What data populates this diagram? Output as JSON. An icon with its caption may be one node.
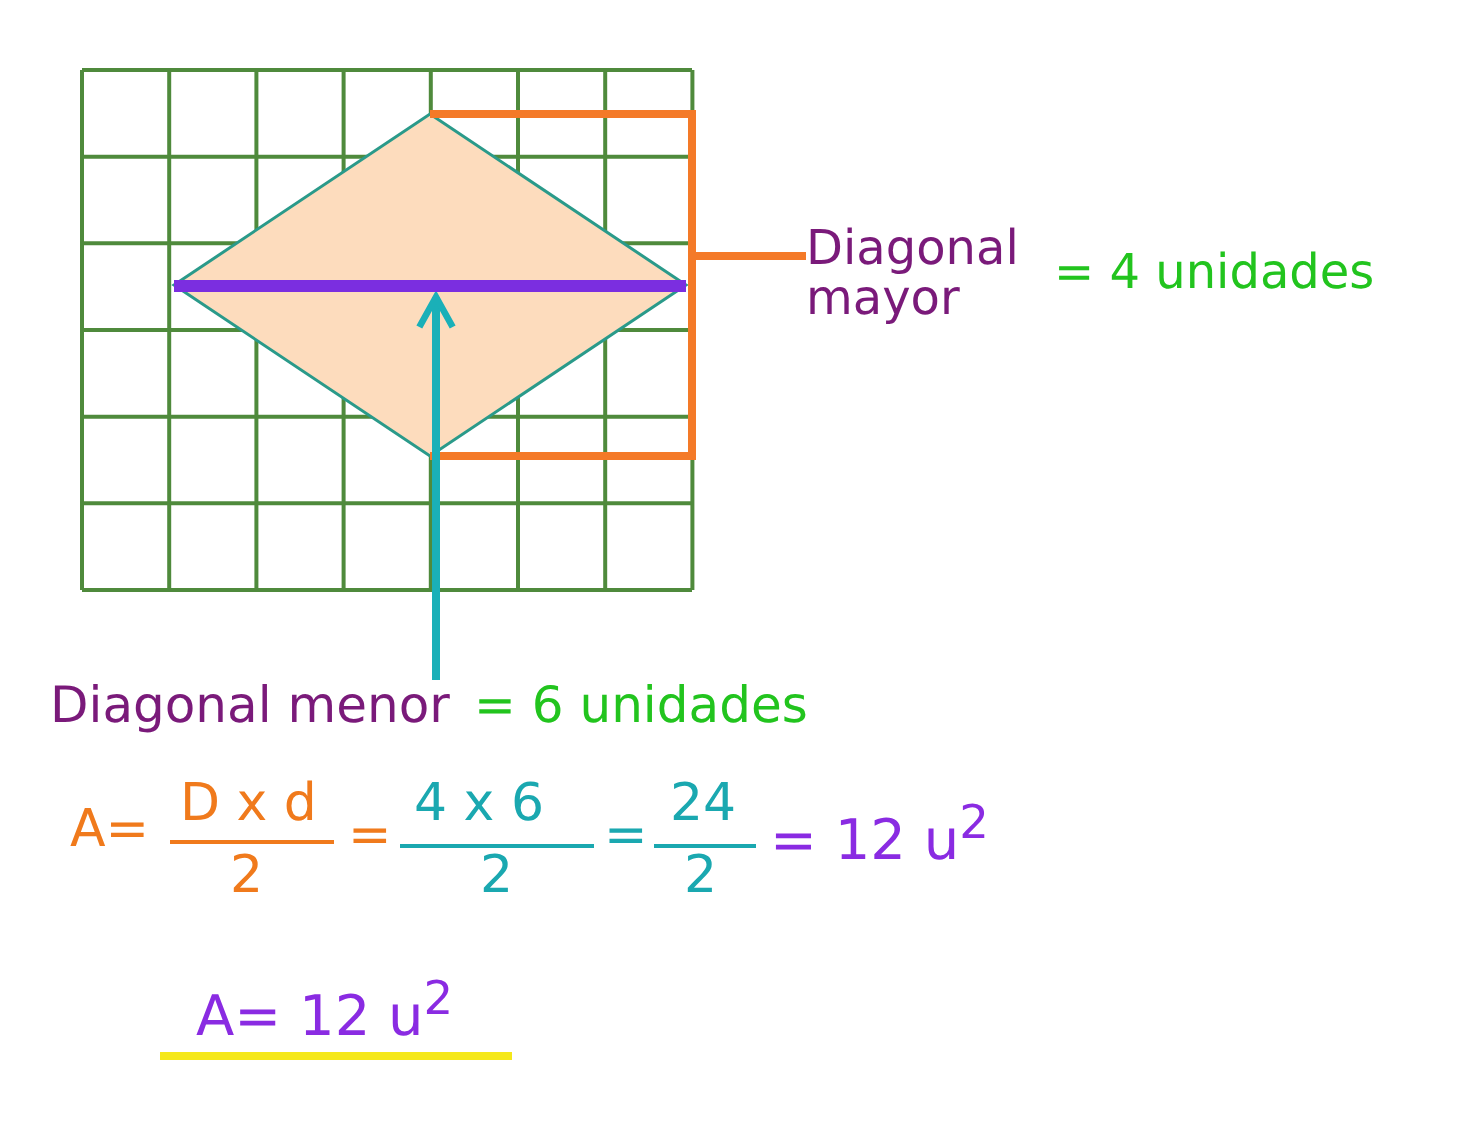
{
  "diagram": {
    "nodes": [
      {
        "text": [
          "Diagonal mayor"
        ],
        "beside": [
          "= 4 unidades"
        ]
      },
      {
        "text": [],
        "shape": "diamond"
      },
      {
        "text": [
          "Diagonal menor"
        ],
        "beside": [
          "= 6 unidades"
        ]
      },
      {
        "text": [],
        "shape": "bar",
        "in": 1
      }
    ],
    "edges": [
      {
        "from": 0,
        "to": 1,
        "arrow": "none",
        "color": "#f47a28"
      },
      {
        "from": 2,
        "to": 3,
        "arrow": "to",
        "color": "#1ab0b8"
      }
    ],
    "labels": [
      "A=",
      "D x d",
      "2",
      "=",
      "4 x 6",
      "2",
      "=",
      "24",
      "2",
      "= 12 u$^{2}$",
      "A= 12 u$^{2}$"
    ]
  }
}
